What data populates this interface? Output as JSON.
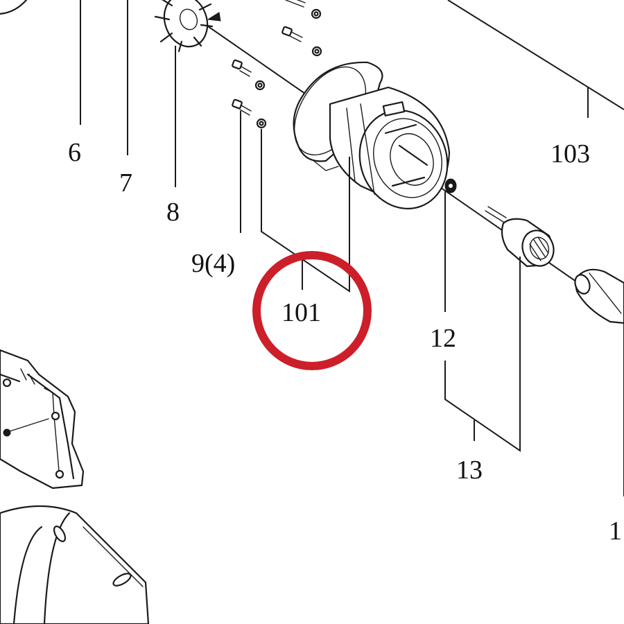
{
  "diagram": {
    "callouts": {
      "c6": "6",
      "c7": "7",
      "c8": "8",
      "c9": "9(4)",
      "c101": "101",
      "c103": "103",
      "c12": "12",
      "c13": "13",
      "c1": "1"
    },
    "highlight": {
      "target": "101",
      "color": "#cc1f2a"
    }
  }
}
